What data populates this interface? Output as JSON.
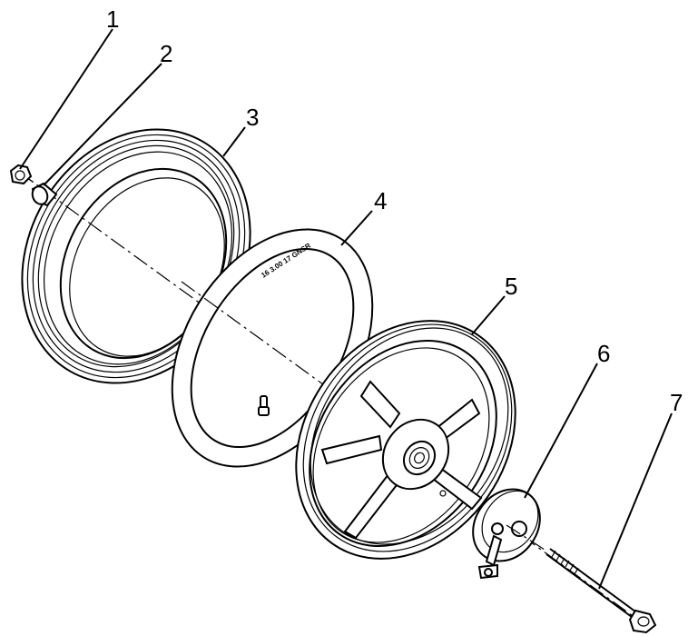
{
  "callouts": [
    {
      "id": "1",
      "label": "1",
      "part": "axle-nut"
    },
    {
      "id": "2",
      "label": "2",
      "part": "spacer"
    },
    {
      "id": "3",
      "label": "3",
      "part": "tire"
    },
    {
      "id": "4",
      "label": "4",
      "part": "inner-tube"
    },
    {
      "id": "5",
      "label": "5",
      "part": "wheel-rim"
    },
    {
      "id": "6",
      "label": "6",
      "part": "brake-panel"
    },
    {
      "id": "7",
      "label": "7",
      "part": "axle-bolt"
    }
  ],
  "tube_marking": "16 3.00 17 GNSR",
  "colors": {
    "line": "#000000",
    "background": "#ffffff"
  }
}
